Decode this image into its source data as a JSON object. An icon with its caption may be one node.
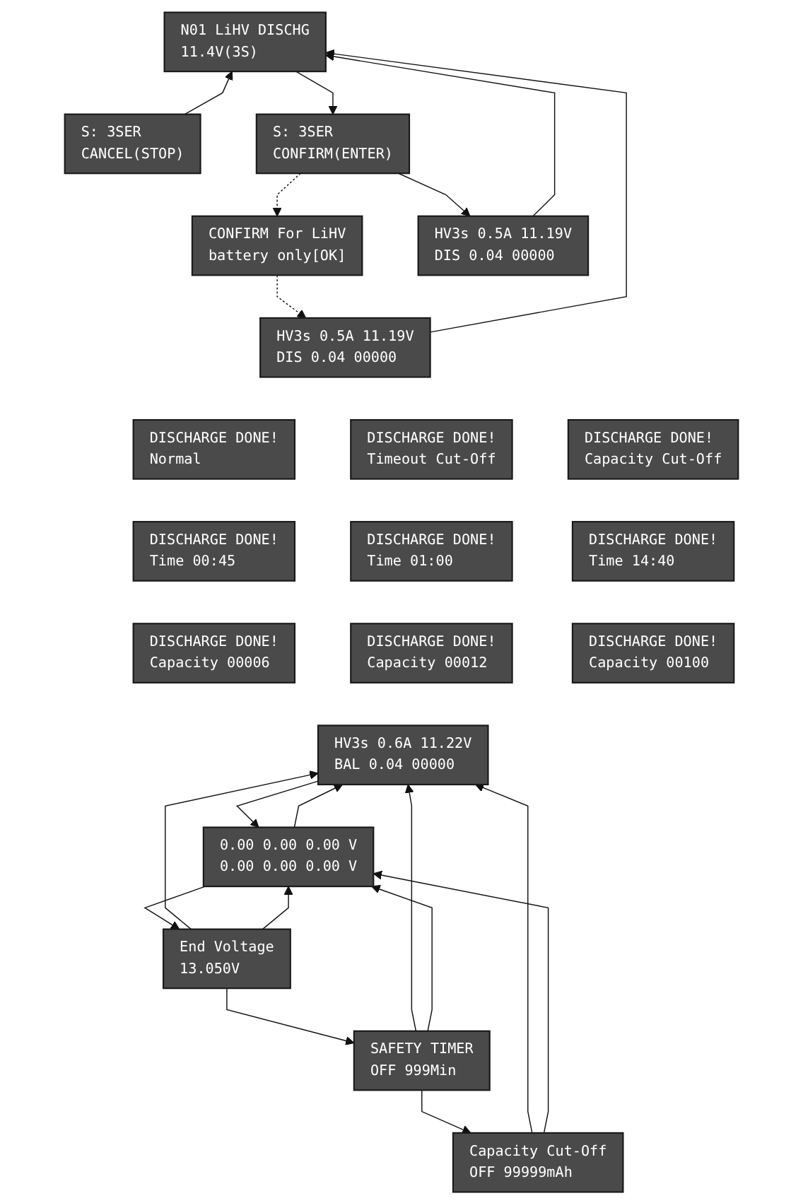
{
  "diagram": {
    "nodes": [
      {
        "text": [
          "N01 LiHV DISCHG",
          "11.4V(3S)"
        ]
      },
      {
        "text": [
          "S: 3SER",
          "CANCEL(STOP)"
        ]
      },
      {
        "text": [
          "S: 3SER",
          "CONFIRM(ENTER)"
        ]
      },
      {
        "text": [
          "CONFIRM For LiHV",
          "battery only[OK]"
        ]
      },
      {
        "text": [
          "HV3s 0.5A 11.19V",
          "DIS 0.04 00000"
        ]
      },
      {
        "text": [
          "HV3s 0.5A 11.19V",
          "DIS 0.04 00000"
        ]
      },
      {
        "text": [
          "DISCHARGE DONE!",
          "Normal"
        ]
      },
      {
        "text": [
          "DISCHARGE DONE!",
          "Timeout Cut-Off"
        ]
      },
      {
        "text": [
          "DISCHARGE DONE!",
          "Capacity Cut-Off"
        ]
      },
      {
        "text": [
          "DISCHARGE DONE!",
          "Time 00:45"
        ]
      },
      {
        "text": [
          "DISCHARGE DONE!",
          "Time 01:00"
        ]
      },
      {
        "text": [
          "DISCHARGE DONE!",
          "Time 14:40"
        ]
      },
      {
        "text": [
          "DISCHARGE DONE!",
          "Capacity 00006"
        ]
      },
      {
        "text": [
          "DISCHARGE DONE!",
          "Capacity 00012"
        ]
      },
      {
        "text": [
          "DISCHARGE DONE!",
          "Capacity 00100"
        ]
      },
      {
        "text": [
          "HV3s 0.6A 11.22V",
          "BAL 0.04 00000"
        ]
      },
      {
        "text": [
          "0.00 0.00 0.00 V",
          "0.00 0.00 0.00 V"
        ]
      },
      {
        "text": [
          "End Voltage",
          "13.050V"
        ]
      },
      {
        "text": [
          "SAFETY TIMER",
          "OFF 999Min"
        ]
      },
      {
        "text": [
          "Capacity Cut-Off",
          "OFF 99999mAh"
        ]
      }
    ],
    "edges": [
      {
        "from": 1,
        "to": 0,
        "arrow": "to"
      },
      {
        "from": 0,
        "to": 2,
        "arrow": "to"
      },
      {
        "from": 2,
        "to": 3,
        "arrow": "to",
        "style": "dashed"
      },
      {
        "from": 2,
        "to": 4,
        "arrow": "to"
      },
      {
        "from": 3,
        "to": 5,
        "arrow": "to",
        "style": "dashed"
      },
      {
        "from": 4,
        "to": 0,
        "arrow": "to"
      },
      {
        "from": 5,
        "to": 0,
        "arrow": "to"
      },
      {
        "from": 15,
        "to": 16,
        "arrow": "to"
      },
      {
        "from": 16,
        "to": 17,
        "arrow": "to"
      },
      {
        "from": 17,
        "to": 18,
        "arrow": "to"
      },
      {
        "from": 18,
        "to": 19,
        "arrow": "to"
      },
      {
        "from": 16,
        "to": 15,
        "arrow": "to"
      },
      {
        "from": 17,
        "to": 15,
        "arrow": "to"
      },
      {
        "from": 18,
        "to": 15,
        "arrow": "to"
      },
      {
        "from": 19,
        "to": 15,
        "arrow": "to"
      },
      {
        "from": 17,
        "to": 16,
        "arrow": "to"
      },
      {
        "from": 18,
        "to": 16,
        "arrow": "to"
      },
      {
        "from": 19,
        "to": 16,
        "arrow": "to"
      }
    ]
  }
}
